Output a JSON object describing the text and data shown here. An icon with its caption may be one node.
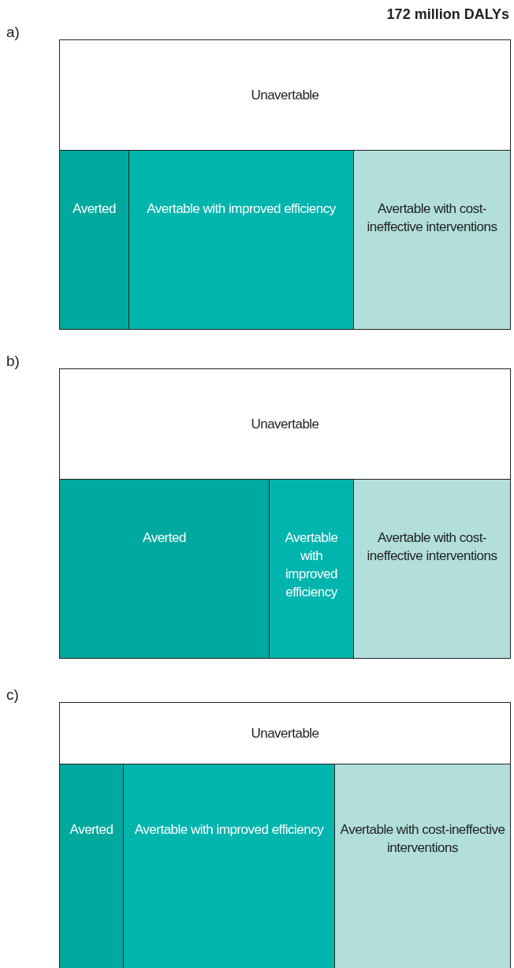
{
  "diagram": {
    "nodes": [
      {
        "text": [
          "Unavertable"
        ]
      },
      {
        "text": [
          "Averted"
        ]
      },
      {
        "text": [
          "Avertable with improved efficiency"
        ]
      },
      {
        "text": [
          "Avertable with cost-ineffective interventions"
        ]
      },
      {
        "text": [
          "Unavertable"
        ]
      },
      {
        "text": [
          "Averted"
        ]
      },
      {
        "text": [
          "Avertable with improved efficiency"
        ]
      },
      {
        "text": [
          "Avertable with cost-ineffective interventions"
        ]
      },
      {
        "text": [
          "Unavertable"
        ]
      },
      {
        "text": [
          "Averted"
        ]
      },
      {
        "text": [
          "Avertable with improved efficiency"
        ]
      },
      {
        "text": [
          "Avertable with cost-ineffective interventions"
        ]
      }
    ],
    "labels": [
      "172 million DALYs",
      "a)",
      "b)",
      "c)"
    ]
  }
}
